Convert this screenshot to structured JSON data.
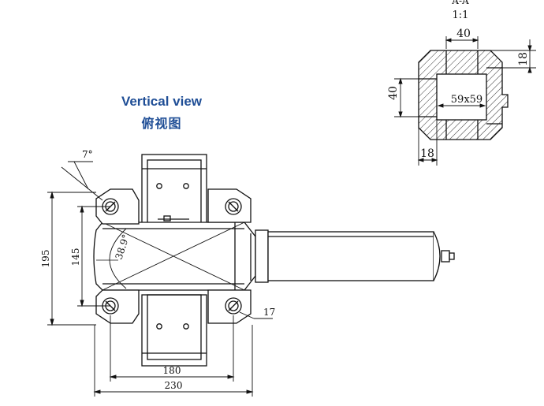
{
  "drawing": {
    "title_en": "Vertical view",
    "title_zh": "俯视图"
  },
  "section": {
    "label": "A-A",
    "scale": "1:1",
    "dims": {
      "top_width": "40",
      "right_height": "18",
      "left_height": "40",
      "inner_square": "59x59",
      "bottom_width": "18"
    }
  },
  "plan_view": {
    "dims": {
      "angle_top": "7°",
      "angle_arc": "38.9°",
      "overall_height": "195",
      "inner_height": "145",
      "hole_dia": "17",
      "inner_width": "180",
      "overall_width": "230"
    }
  },
  "colors": {
    "line": "#111111",
    "title": "#1f4e96",
    "hatch": "#333333"
  }
}
